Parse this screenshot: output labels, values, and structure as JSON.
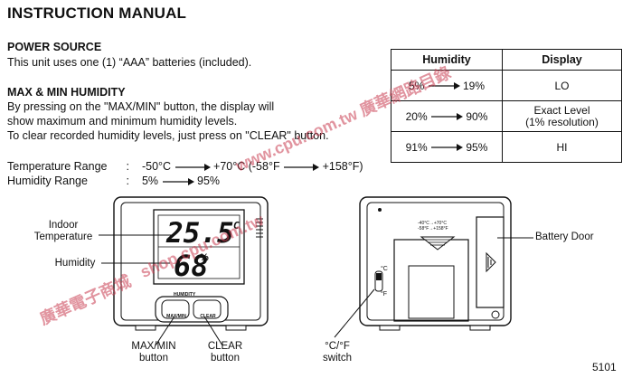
{
  "doc": {
    "title": "INSTRUCTION MANUAL",
    "power_heading": "POWER SOURCE",
    "power_text": "This unit uses one (1) “AAA” batteries (included).",
    "maxmin_heading": "MAX & MIN HUMIDITY",
    "maxmin_lines": [
      "By pressing on the \"MAX/MIN\" button, the display will",
      "show maximum and minimum humidity levels.",
      "To clear recorded humidity levels, just press on \"CLEAR\" button."
    ],
    "temp_range_label": "Temperature Range",
    "temp_range_sep": ":",
    "temp_range_from": "-50°C",
    "temp_range_to": "+70°C (-58°F",
    "temp_range_to2": "+158°F)",
    "hum_range_label": "Humidity Range",
    "hum_range_sep": ":",
    "hum_range_from": "5%",
    "hum_range_to": "95%",
    "page_number": "5101"
  },
  "table": {
    "headers": [
      "Humidity",
      "Display"
    ],
    "rows": [
      {
        "from": "5%",
        "to": "19%",
        "display": "LO",
        "display2": ""
      },
      {
        "from": "20%",
        "to": "90%",
        "display": "Exact Level",
        "display2": "(1% resolution)"
      },
      {
        "from": "91%",
        "to": "95%",
        "display": "HI",
        "display2": ""
      }
    ]
  },
  "front_device": {
    "callout_indoor": [
      "Indoor",
      "Temperature"
    ],
    "callout_humidity": "Humidity",
    "lcd_temp": "25.5",
    "lcd_temp_unit": "C",
    "lcd_hum": "68",
    "lcd_hum_unit": "%",
    "panel_label": "HUMIDITY",
    "btn_maxmin": "MAX/MIN",
    "btn_clear": "CLEAR",
    "callout_maxmin": [
      "MAX/MIN",
      "button"
    ],
    "callout_clear": [
      "CLEAR",
      "button"
    ]
  },
  "back_device": {
    "sticker_line1": "-40°C→+70°C",
    "sticker_line2": "-58°F→+158°F",
    "switch_c": "°C",
    "switch_f": "°F",
    "callout_battery": "Battery Door",
    "callout_switch": [
      "°C/°F",
      "switch"
    ]
  },
  "watermarks": [
    "廣華電子商城",
    "shop.cpu.com.tw",
    "www.cpu.com.tw 廣華網路目錄"
  ]
}
